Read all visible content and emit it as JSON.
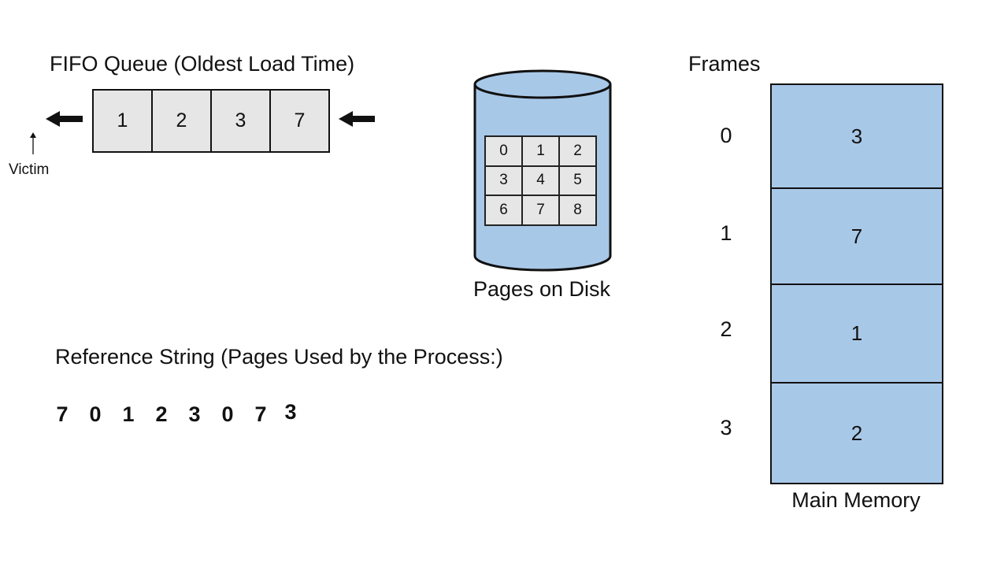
{
  "fifo_queue": {
    "title": "FIFO Queue (Oldest Load Time)",
    "cells": [
      "1",
      "2",
      "3",
      "7"
    ],
    "victim_label": "Victim"
  },
  "disk": {
    "label": "Pages on Disk",
    "fill_color": "#a8c8e8",
    "pages": [
      "0",
      "1",
      "2",
      "3",
      "4",
      "5",
      "6",
      "7",
      "8"
    ]
  },
  "reference_string": {
    "title": "Reference String (Pages Used by the Process:)",
    "values": [
      "7",
      "0",
      "1",
      "2",
      "3",
      "0",
      "7",
      "3"
    ]
  },
  "frames": {
    "title": "Frames",
    "indices": [
      "0",
      "1",
      "2",
      "3"
    ]
  },
  "main_memory": {
    "label": "Main Memory",
    "fill_color": "#a8c8e8",
    "slots": [
      "3",
      "7",
      "1",
      "2"
    ]
  }
}
